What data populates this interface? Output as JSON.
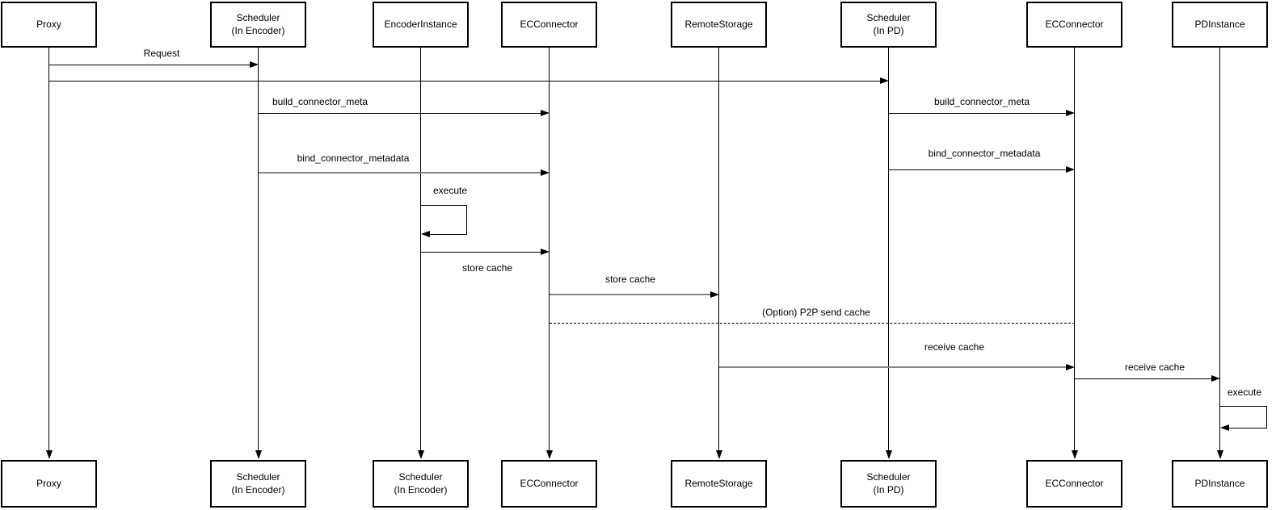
{
  "diagram": {
    "type": "sequence-diagram",
    "background_color": "#ffffff",
    "stroke_color": "#000000",
    "secondary_stroke_color": "#848484"
  },
  "actors": [
    {
      "name": "proxy",
      "top_label": "Proxy",
      "bottom_label": "Proxy"
    },
    {
      "name": "scheduler-encoder",
      "top_label": "Scheduler\n(In Encoder)",
      "bottom_label": "Scheduler\n(In Encoder)"
    },
    {
      "name": "encoder-instance",
      "top_label": "EncoderInstance",
      "bottom_label": "Scheduler\n(In Encoder)"
    },
    {
      "name": "ec-connector-encoder",
      "top_label": "ECConnector",
      "bottom_label": "ECConnector"
    },
    {
      "name": "remote-storage",
      "top_label": "RemoteStorage",
      "bottom_label": "RemoteStorage"
    },
    {
      "name": "scheduler-pd",
      "top_label": "Scheduler\n(In PD)",
      "bottom_label": "Scheduler\n(In PD)"
    },
    {
      "name": "ec-connector-pd",
      "top_label": "ECConnector",
      "bottom_label": "ECConnector"
    },
    {
      "name": "pd-instance",
      "top_label": "PDInstance",
      "bottom_label": "PDInstance"
    }
  ],
  "messages": [
    {
      "label": "Request",
      "from": "Proxy",
      "to": "Scheduler (In Encoder)",
      "style": "solid"
    },
    {
      "label": "",
      "from": "Proxy",
      "to": "Scheduler (In PD)",
      "style": "solid"
    },
    {
      "label": "build_connector_meta",
      "from": "Scheduler (In Encoder)",
      "to": "ECConnector",
      "style": "solid"
    },
    {
      "label": "bind_connector_metadata",
      "from": "Scheduler (In Encoder)",
      "to": "ECConnector",
      "style": "solid-gray"
    },
    {
      "label": "execute",
      "from": "EncoderInstance",
      "to": "EncoderInstance",
      "style": "self-loop"
    },
    {
      "label": "store cache",
      "from": "EncoderInstance",
      "to": "ECConnector",
      "style": "solid",
      "label_position": "below"
    },
    {
      "label": "store cache",
      "from": "ECConnector",
      "to": "RemoteStorage",
      "style": "solid-gray"
    },
    {
      "label": "(Option) P2P send cache",
      "from": "ECConnector",
      "to": "ECConnector (In PD)",
      "style": "dashed"
    },
    {
      "label": "build_connector_meta",
      "from": "Scheduler (In PD)",
      "to": "ECConnector (In PD)",
      "style": "solid"
    },
    {
      "label": "bind_connector_metadata",
      "from": "Scheduler (In PD)",
      "to": "ECConnector (In PD)",
      "style": "solid"
    },
    {
      "label": "receive cache",
      "from": "RemoteStorage",
      "to": "ECConnector (In PD)",
      "style": "solid-gray"
    },
    {
      "label": "receive cache",
      "from": "ECConnector (In PD)",
      "to": "PDInstance",
      "style": "solid"
    },
    {
      "label": "execute",
      "from": "PDInstance",
      "to": "PDInstance",
      "style": "self-loop"
    }
  ]
}
